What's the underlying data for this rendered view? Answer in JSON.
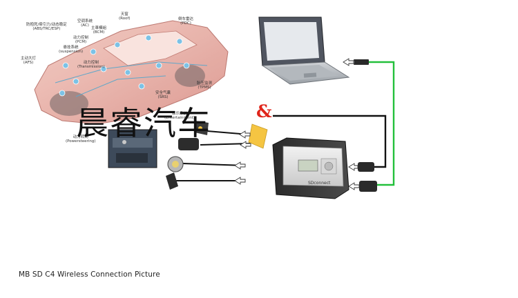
{
  "caption": "MB SD C4 Wireless Connection Picture",
  "watermark": "晨睿汽车",
  "ampersand": "&",
  "device_label": "SDconnect",
  "colors": {
    "cable_black": "#111111",
    "cable_green": "#22c03a",
    "ampersand_red": "#e0251b",
    "arrow_fill": "#ffffff",
    "connector_highlight": "#f5c542"
  },
  "car_labels": [
    {
      "zh": "防抱死/牵引力/动态稳定",
      "en": "(ABS/TRC/ESP)"
    },
    {
      "zh": "空调系统",
      "en": "(AC)"
    },
    {
      "zh": "天窗",
      "en": "(Roof)"
    },
    {
      "zh": "倒车雷达",
      "en": "(PDC)"
    },
    {
      "zh": "主車模組",
      "en": "(BCM)"
    },
    {
      "zh": "动力控制",
      "en": "(PCM)"
    },
    {
      "zh": "主动大灯",
      "en": "(AFS)"
    },
    {
      "zh": "悬挂系统",
      "en": "(suspension)"
    },
    {
      "zh": "动力控制",
      "en": "(Transmission)"
    },
    {
      "zh": "胎压监测",
      "en": "(TPMS)"
    },
    {
      "zh": "安全气囊",
      "en": "(SRS)"
    },
    {
      "zh": "娱乐系统",
      "en": "(Entertainment)"
    },
    {
      "zh": "动力转向",
      "en": "(Powersteering)"
    }
  ]
}
